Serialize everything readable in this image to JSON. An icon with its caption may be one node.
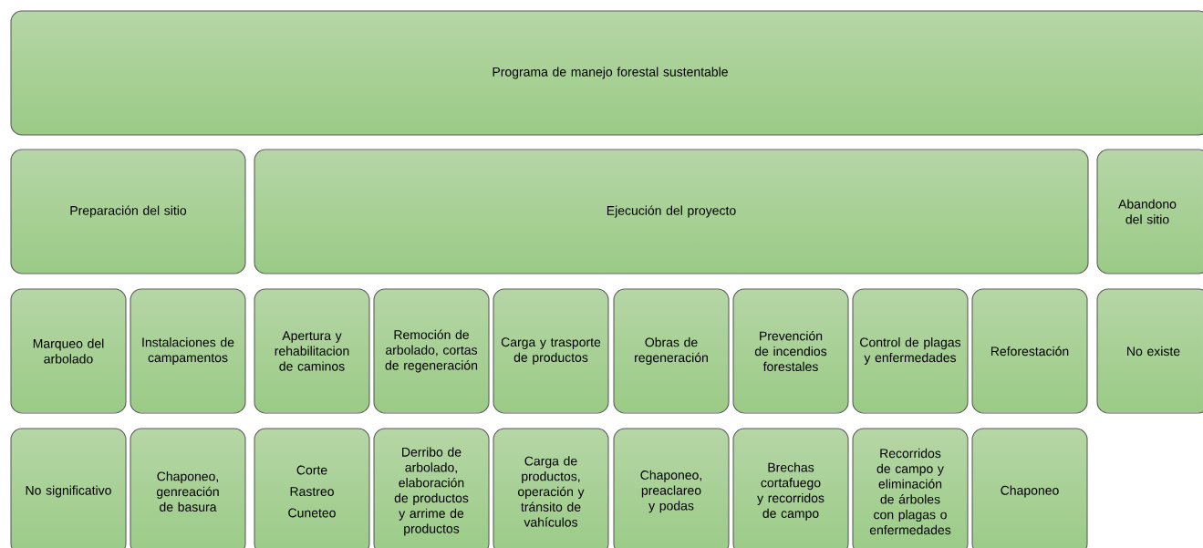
{
  "diagram": {
    "nodes": [
      {
        "text": [
          "Programa de manejo forestal sustentable"
        ]
      },
      {
        "text": [
          "Preparación del sitio"
        ]
      },
      {
        "text": [
          "Ejecución del proyecto"
        ]
      },
      {
        "text": [
          "Abandono del sitio"
        ]
      },
      {
        "text": [
          "Marqueo del arbolado"
        ]
      },
      {
        "text": [
          "Instalaciones de campamentos"
        ]
      },
      {
        "text": [
          "Apertura y rehabilitacion de caminos"
        ]
      },
      {
        "text": [
          "Remoción de arbolado, cortas de regeneración"
        ]
      },
      {
        "text": [
          "Carga y trasporte de productos"
        ]
      },
      {
        "text": [
          "Obras de regeneración"
        ]
      },
      {
        "text": [
          "Prevención de incendios forestales"
        ]
      },
      {
        "text": [
          "Control de plagas y enfermedades"
        ]
      },
      {
        "text": [
          "Reforestación"
        ]
      },
      {
        "text": [
          "No existe"
        ]
      },
      {
        "text": [
          "No significativo"
        ]
      },
      {
        "text": [
          "Chaponeo, genreación de basura"
        ]
      },
      {
        "text": [
          "Corte",
          "Rastreo",
          "Cuneteo"
        ]
      },
      {
        "text": [
          "Derribo de arbolado, elaboración de productos y arrime de productos"
        ]
      },
      {
        "text": [
          "Carga de productos, operación y tránsito de vahículos"
        ]
      },
      {
        "text": [
          "Chaponeo, preaclareo y podas"
        ]
      },
      {
        "text": [
          "Brechas cortafuego y recorridos de campo"
        ]
      },
      {
        "text": [
          "Recorridos de campo y eliminación de árboles con plagas o enfermedades"
        ]
      },
      {
        "text": [
          "Chaponeo"
        ]
      }
    ]
  }
}
